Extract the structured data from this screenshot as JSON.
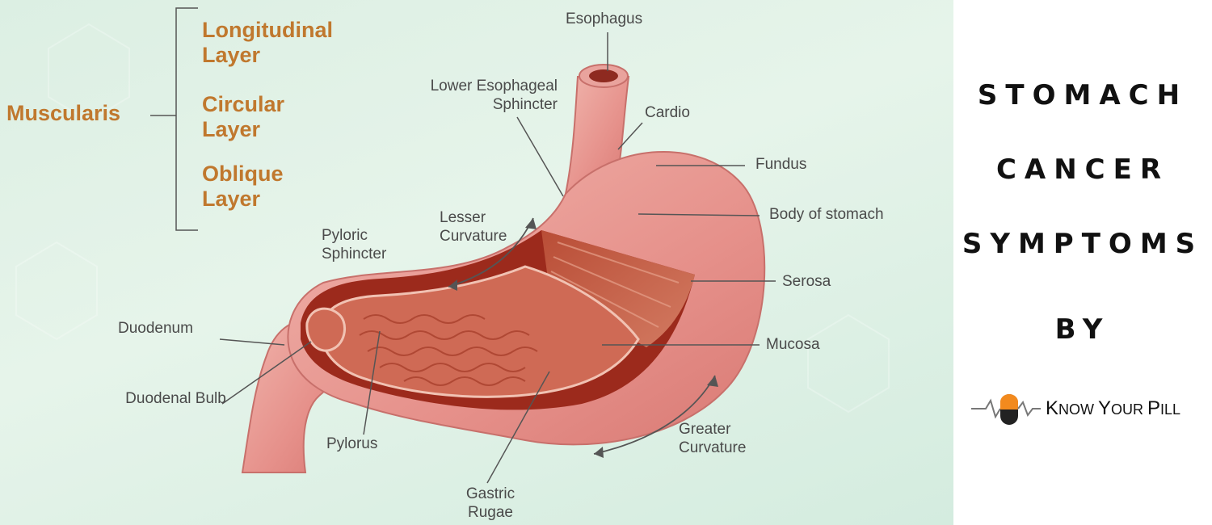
{
  "muscularis": {
    "label": "Muscularis",
    "layers": [
      "Longitudinal Layer",
      "Circular Layer",
      "Oblique Layer"
    ]
  },
  "labels": {
    "esophagus": "Esophagus",
    "lower_esophageal_sphincter": "Lower Esophageal Sphincter",
    "cardio": "Cardio",
    "fundus": "Fundus",
    "body_of_stomach": "Body of stomach",
    "lesser_curvature": "Lesser Curvature",
    "pyloric_sphincter": "Pyloric Sphincter",
    "serosa": "Serosa",
    "duodenum": "Duodenum",
    "mucosa": "Mucosa",
    "duodenal_bulb": "Duodenal Bulb",
    "greater_curvature": "Greater Curvature",
    "pylorus": "Pylorus",
    "gastric_rugae": "Gastric Rugae"
  },
  "title": {
    "line1": "STOMACH",
    "line2": "CANCER",
    "line3": "SYMPTOMS",
    "line4": "BY"
  },
  "logo": {
    "name": "Know Your Pill",
    "k": "K",
    "now": "NOW ",
    "y": "Y",
    "our": "OUR ",
    "p": "P",
    "ill": "ILL"
  },
  "colors": {
    "stomach_outer": "#e79a95",
    "stomach_cut_wall": "#9c2a1c",
    "mucosa": "#cf6a55",
    "muscle": "#c5634c",
    "layer_text": "#c0782e",
    "logo_orange": "#f28a1e"
  }
}
